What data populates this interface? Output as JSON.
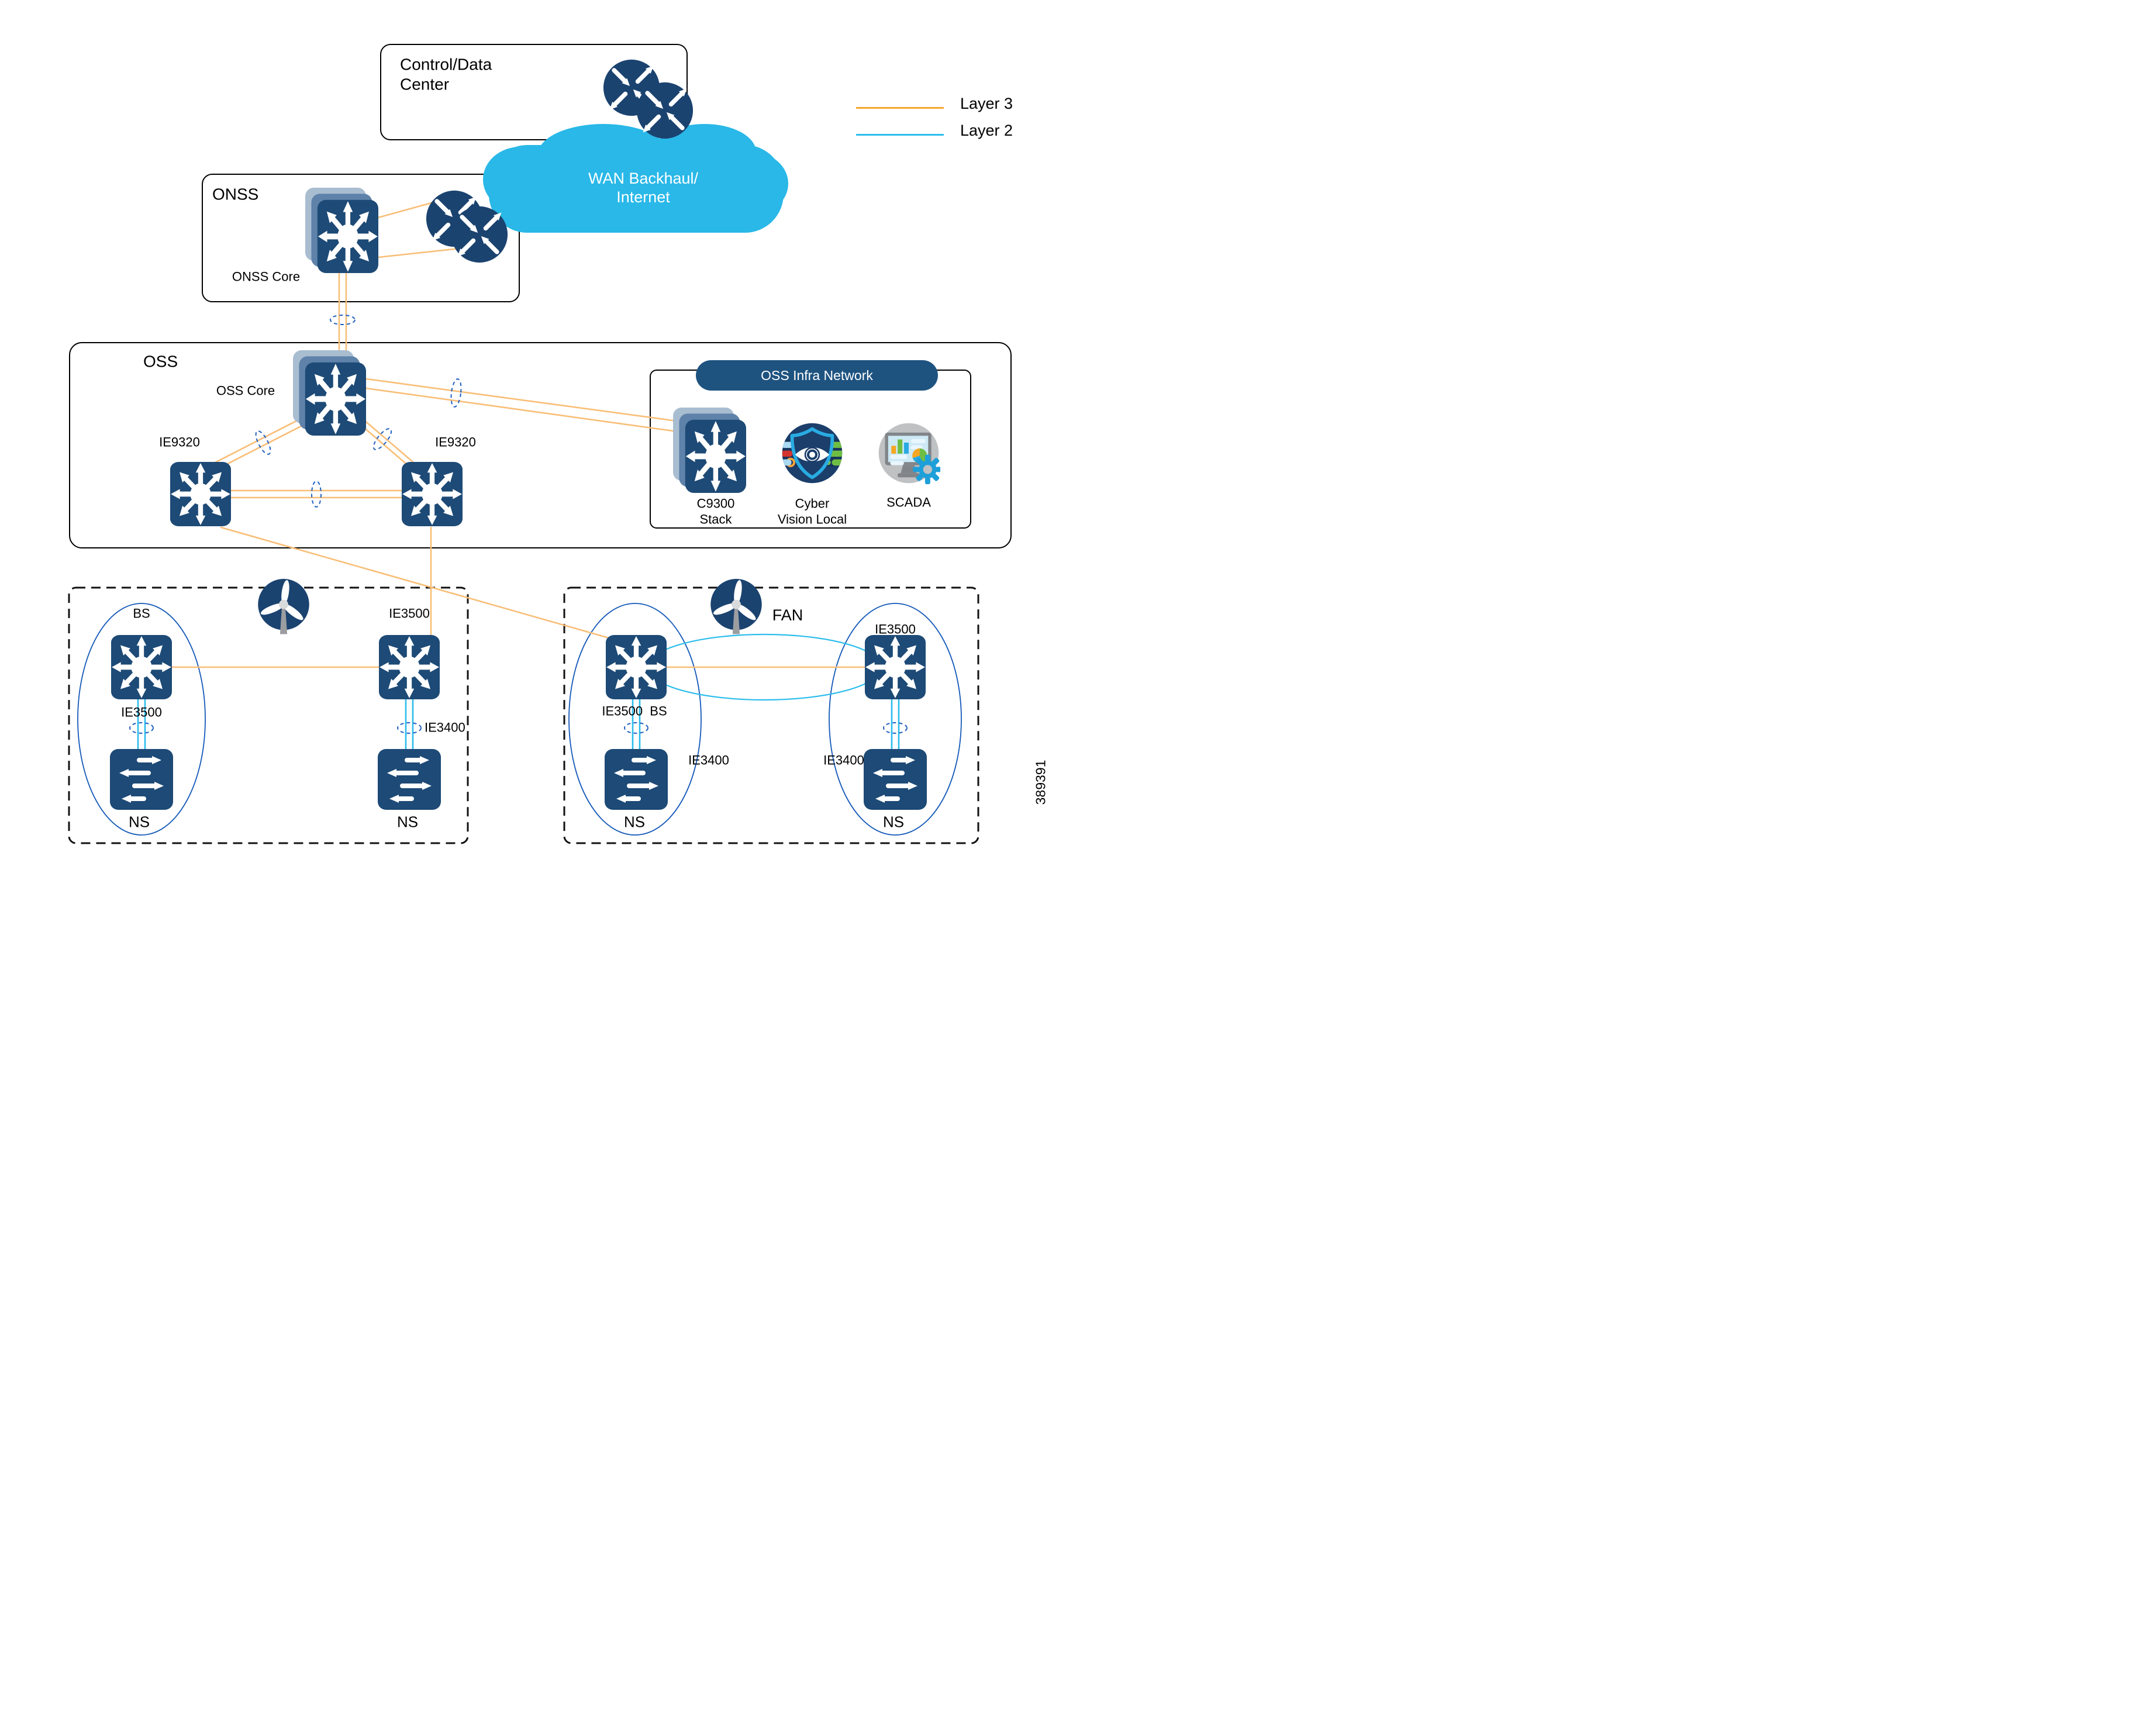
{
  "legend": {
    "layer3": "Layer 3",
    "layer2": "Layer 2"
  },
  "control_center": {
    "line1": "Control/Data",
    "line2": "Center"
  },
  "wan_cloud": {
    "line1": "WAN Backhaul/",
    "line2": "Internet"
  },
  "onss": {
    "title": "ONSS",
    "core_label": "ONSS Core"
  },
  "oss": {
    "title": "OSS",
    "core_label": "OSS Core",
    "ie9320_left": "IE9320",
    "ie9320_right": "IE9320"
  },
  "oss_infra": {
    "header": "OSS Infra Network",
    "c9300": {
      "line1": "C9300",
      "line2": "Stack"
    },
    "cyber_vision": {
      "line1": "Cyber",
      "line2": "Vision Local"
    },
    "scada": "SCADA"
  },
  "fan_area_left": {
    "bs_label": "BS",
    "bs_switch_label": "IE3500",
    "ns_left": "NS",
    "right_switch_label": "IE3500",
    "right_access_label": "IE3400",
    "ns_right": "NS"
  },
  "fan_area_right": {
    "title": "FAN",
    "left_switch_label": "IE3500  BS",
    "left_access_label": "IE3400",
    "ns_left": "NS",
    "right_switch_label": "IE3500",
    "right_access_label": "IE3400",
    "ns_right": "NS"
  },
  "figure_number": "389391",
  "icons": {
    "router": "cisco-router-icon",
    "l3_switch": "layer3-switch-icon",
    "switch_stack": "switch-stack-icon",
    "workgroup_switch": "workgroup-switch-icon",
    "wind_turbine": "wind-turbine-icon",
    "cyber_vision": "cyber-vision-shield-eye-icon",
    "scada": "scada-monitor-gear-icon",
    "cloud": "wan-cloud-shape"
  },
  "colors": {
    "navy": "#1D4A76",
    "stack_back": "#A9BDD1",
    "stack_mid": "#5E82A9",
    "cloud_cyan": "#29B8E8",
    "layer2_cyan": "#2BBDEC",
    "layer3_orange_legend": "#F7A62F",
    "link_orange": "#F9BE77",
    "channel_blue_dashed": "#2060C0",
    "group_ellipse_blue": "#1358B8",
    "infra_pill": "#1E5380",
    "scada_gray": "#BFC1C3",
    "gear_blue": "#1E9FD9",
    "green": "#6FBE44",
    "bar_orange": "#F5A623",
    "bar_blue": "#29ABE2",
    "cyber_bg": "#1B3E6B",
    "shield_cyan": "#29ABE2"
  }
}
